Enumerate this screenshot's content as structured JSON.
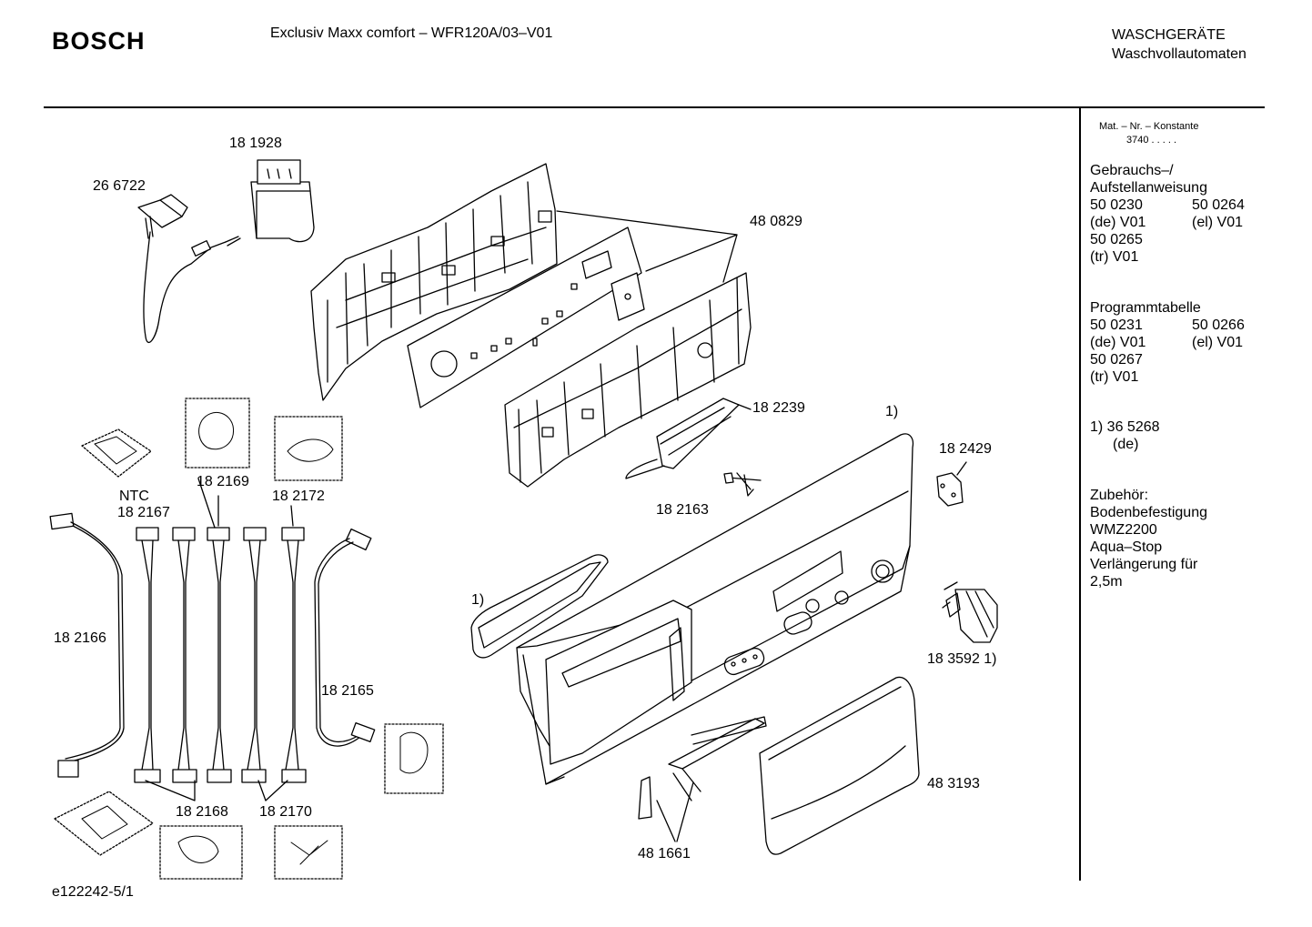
{
  "header": {
    "brand": "BOSCH",
    "model": "Exclusiv Maxx comfort – WFR120A/03–V01",
    "category_line1": "WASCHGERÄTE",
    "category_line2": "Waschvollautomaten"
  },
  "sidebar": {
    "mat_line1": "Mat. – Nr. – Konstante",
    "mat_line2": "3740  .  .  .  .  .",
    "manual_title1": "Gebrauchs–/",
    "manual_title2": "Aufstellanweisung",
    "manual_a_no": "50 0230",
    "manual_b_no": "50 0264",
    "manual_a_lang": "(de) V01",
    "manual_b_lang": "(el) V01",
    "manual_c_no": "50 0265",
    "manual_c_lang": "(tr) V01",
    "prog_title": "Programmtabelle",
    "prog_a_no": "50 0231",
    "prog_b_no": "50 0266",
    "prog_a_lang": "(de) V01",
    "prog_b_lang": "(el) V01",
    "prog_c_no": "50 0267",
    "prog_c_lang": "(tr) V01",
    "note_line1": "1) 36 5268",
    "note_line2": "(de)",
    "acc_title": "Zubehör:",
    "acc_1": "Bodenbefestigung",
    "acc_2": "WMZ2200",
    "acc_3": "Aqua–Stop",
    "acc_4": "Verlängerung für",
    "acc_5": "2,5m"
  },
  "parts": {
    "p181928": "18 1928",
    "p266722": "26 6722",
    "p480829": "48 0829",
    "p182239": "18 2239",
    "p_note1_top": "1)",
    "p182429": "18 2429",
    "ntc": "NTC",
    "p182167": "18 2167",
    "p182169": "18 2169",
    "p182172": "18 2172",
    "p182163": "18 2163",
    "p_note1_left": "1)",
    "p182166": "18 2166",
    "p183592": "18 3592 1)",
    "p182165": "18 2165",
    "p483193": "48 3193",
    "p182168": "18 2168",
    "p182170": "18 2170",
    "p481661": "48 1661"
  },
  "footer": {
    "doc_id": "e122242-5/1"
  }
}
